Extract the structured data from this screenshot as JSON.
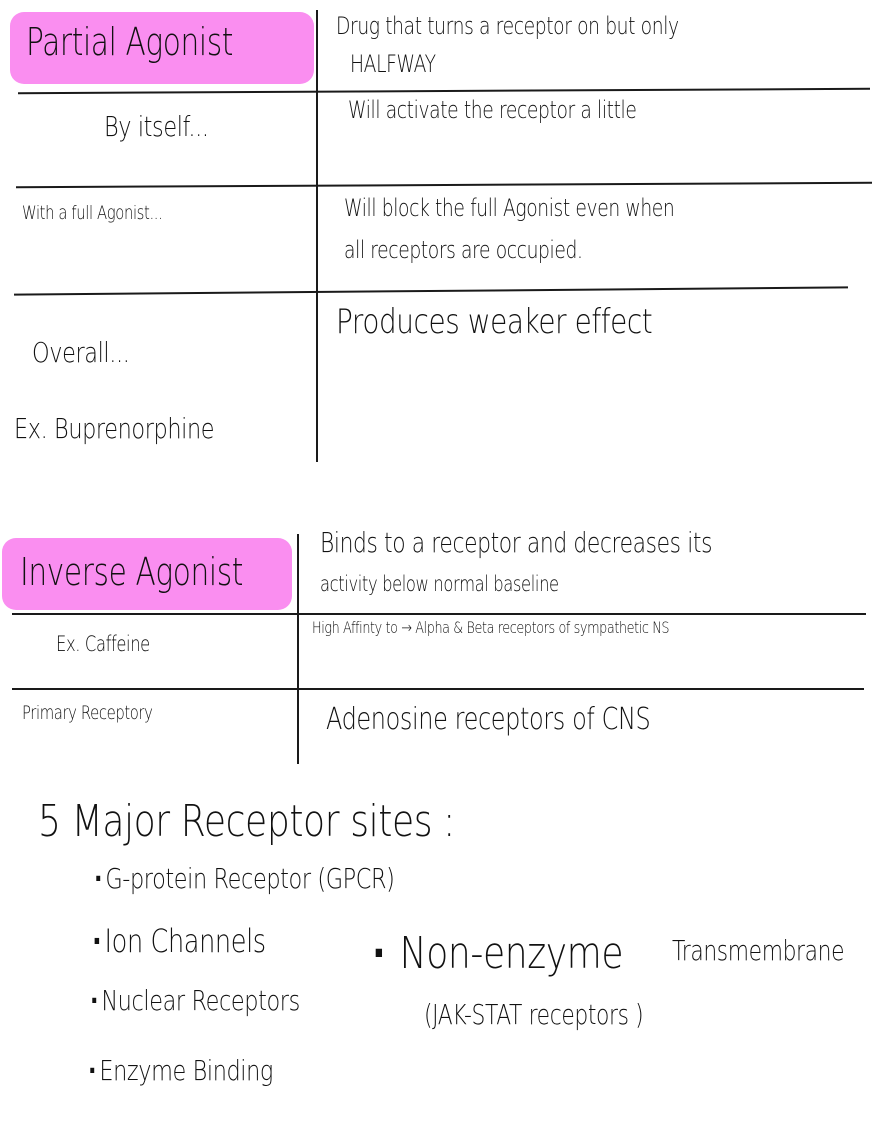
{
  "colors": {
    "highlight": "#fa8ef0",
    "ink": "#111111",
    "background": "#ffffff"
  },
  "partial_agonist": {
    "title": "Partial Agonist",
    "definition_line1": "Drug that turns a receptor on but only",
    "definition_line2": "HALFWAY",
    "rows": [
      {
        "label": "By itself...",
        "value_lines": [
          "Will activate the receptor a little"
        ]
      },
      {
        "label": "With a full Agonist...",
        "value_lines": [
          "Will block the full Agonist even when",
          "all receptors are occupied."
        ]
      },
      {
        "label": "Overall...",
        "value_lines": [
          "Produces weaker effect"
        ]
      }
    ],
    "example": "Ex. Buprenorphine"
  },
  "inverse_agonist": {
    "title": "Inverse Agonist",
    "definition_line1": "Binds to a receptor and decreases its",
    "definition_line2": "activity below normal baseline",
    "rows": [
      {
        "label": "Ex. Caffeine",
        "value_lines": [
          "High Affinty to → Alpha & Beta receptors of sympathetic NS"
        ]
      },
      {
        "label": "Primary Receptory",
        "value_lines": [
          "Adenosine receptors of CNS"
        ]
      }
    ]
  },
  "receptor_sites": {
    "heading": "5 Major Receptor sites :",
    "items": [
      "G-protein Receptor (GPCR)",
      "Ion Channels",
      "Nuclear Receptors",
      "Enzyme Binding"
    ],
    "non_enzyme": {
      "label": "Non-enzyme",
      "suffix": "Transmembrane",
      "sub": "(JAK-STAT receptors )"
    }
  }
}
